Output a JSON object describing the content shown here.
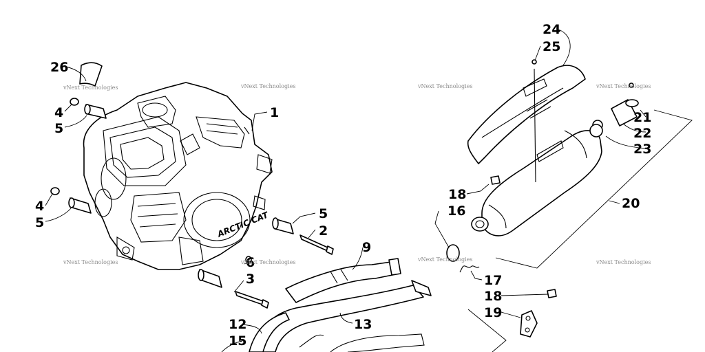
{
  "callouts": {
    "c1": "1",
    "c2": "2",
    "c3": "3",
    "c4a": "4",
    "c4b": "4",
    "c5a": "5",
    "c5b": "5",
    "c5c": "5",
    "c6": "6",
    "c9": "9",
    "c12": "12",
    "c13": "13",
    "c15": "15",
    "c16": "16",
    "c17": "17",
    "c18a": "18",
    "c18b": "18",
    "c19": "19",
    "c20": "20",
    "c21": "21",
    "c22": "22",
    "c23": "23",
    "c24": "24",
    "c25": "25",
    "c26": "26"
  },
  "watermarks": {
    "w1": "vNext Technologies",
    "w2": "vNext Technologies",
    "w3": "vNext Technologies",
    "w4": "vNext Technologies",
    "w5": "vNext Technologies",
    "w6": "vNext Technologies",
    "w7": "vNext Technologies",
    "w8": "vNext Technologies"
  },
  "engine_stamp": "ARCTIC CAT"
}
